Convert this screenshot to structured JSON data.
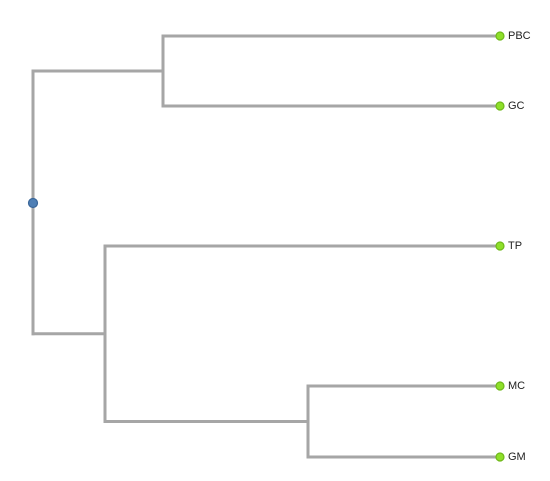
{
  "tree": {
    "root": {
      "id": "root",
      "children": [
        {
          "id": "clade-a",
          "children": [
            {
              "id": "pbc",
              "label": "PBC"
            },
            {
              "id": "gc",
              "label": "GC"
            }
          ]
        },
        {
          "id": "clade-b",
          "children": [
            {
              "id": "tp",
              "label": "TP"
            },
            {
              "id": "clade-c",
              "children": [
                {
                  "id": "mc",
                  "label": "MC"
                },
                {
                  "id": "gm",
                  "label": "GM"
                }
              ]
            }
          ]
        }
      ]
    },
    "leaf_order": [
      "PBC",
      "GC",
      "TP",
      "MC",
      "GM"
    ]
  },
  "colors": {
    "background": "#ffffff",
    "branch": "#a6a6a6",
    "root_node_fill": "#4f7fb5",
    "root_node_stroke": "#3a6699",
    "leaf_node_fill": "#8ee02a",
    "leaf_node_stroke": "#6fb81a",
    "label_text": "#222222"
  }
}
